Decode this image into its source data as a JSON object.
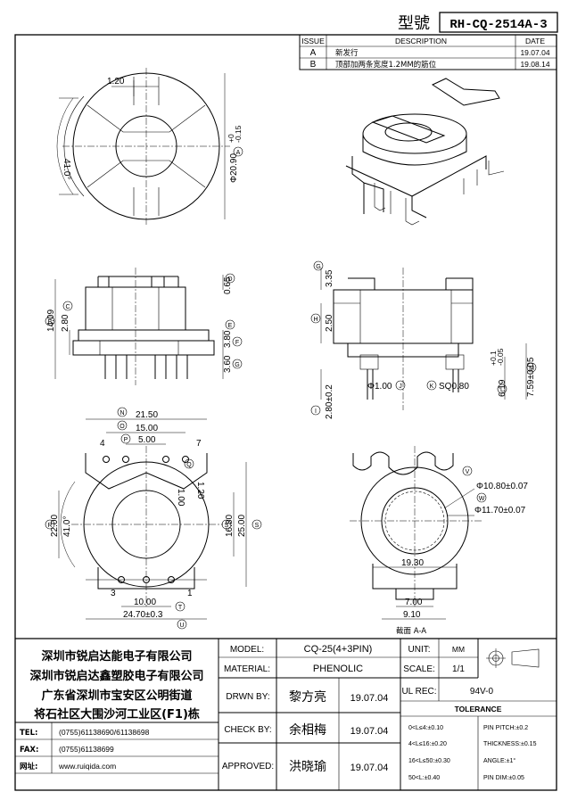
{
  "header": {
    "model_label": "型號",
    "part_no": "RH-CQ-2514A-3"
  },
  "revisions": {
    "columns": [
      "ISSUE",
      "DESCRIPTION",
      "DATE"
    ],
    "rows": [
      {
        "issue": "A",
        "description": "新发行",
        "date": "19.07.04"
      },
      {
        "issue": "B",
        "description": "顶部加两条宽度1.2MM的筋位",
        "date": "19.08.14"
      }
    ]
  },
  "drawing": {
    "top_view": {
      "dims": [
        "1.20",
        "41.0°",
        "Φ20.90",
        "+0",
        "-0.15",
        "A"
      ]
    },
    "front_view": {
      "dims": [
        "0.65",
        "D",
        "14.09",
        "B",
        "2.80",
        "C",
        "E",
        "3.80",
        "F",
        "3.60",
        "G"
      ]
    },
    "side_view": {
      "dims": [
        "3.35",
        "G",
        "2.50",
        "H",
        "Φ1.00",
        "J",
        "SQ0.80",
        "K",
        "6.19",
        "+0.1",
        "-0.05",
        "L",
        "7.59±0.05",
        "M",
        "2.80±0.2",
        "I"
      ]
    },
    "bottom_view": {
      "dims": [
        "21.50",
        "N",
        "15.00",
        "O",
        "5.00",
        "P",
        "1.00",
        "1.20",
        "Q",
        "22.00",
        "41.0°",
        "R",
        "16.80",
        "S",
        "25.00",
        "10.00",
        "T",
        "24.70±0.3",
        "U"
      ],
      "pins": [
        "4",
        "7",
        "3",
        "1"
      ]
    },
    "section_view": {
      "dims": [
        "Φ10.80±0.07",
        "V",
        "Φ11.70±0.07",
        "W",
        "19.30",
        "7.00",
        "9.10"
      ],
      "caption": "截面 A-A"
    }
  },
  "title_block": {
    "company": [
      "深圳市锐启达能电子有限公司",
      "深圳市锐启达鑫塑胶电子有限公司",
      "广东省深圳市宝安区公明街道",
      "将石社区大围沙河工业区(F1)栋"
    ],
    "contact": [
      {
        "label": "TEL:",
        "value": "(0755)61138690/61138698"
      },
      {
        "label": "FAX:",
        "value": "(0755)61138699"
      },
      {
        "label": "网址:",
        "value": "www.ruiqida.com"
      }
    ],
    "model": {
      "label": "MODEL:",
      "value": "CQ-25(4+3PIN)"
    },
    "material": {
      "label": "MATERIAL:",
      "value": "PHENOLIC"
    },
    "drawn": {
      "label": "DRWN BY:",
      "name": "黎方亮",
      "date": "19.07.04"
    },
    "check": {
      "label": "CHECK BY:",
      "name": "余相梅",
      "date": "19.07.04"
    },
    "approved": {
      "label": "APPROVED:",
      "name": "洪晓瑜",
      "date": "19.07.04"
    },
    "unit": {
      "label": "UNIT:",
      "value": "MM"
    },
    "scale": {
      "label": "SCALE:",
      "value": "1/1"
    },
    "ul_rec": {
      "label": "UL REC:",
      "value": "94V-0"
    },
    "tolerance": {
      "title": "TOLERANCE",
      "rows": [
        "0<L≤4:±0.10",
        "4<L≤16:±0.20",
        "16<L≤50:±0.30",
        "50<L:±0.40"
      ],
      "other": [
        "PIN PITCH:±0.2",
        "THICKNESS:±0.15",
        "ANGLE:±1°",
        "PIN DIM:±0.05"
      ]
    }
  }
}
